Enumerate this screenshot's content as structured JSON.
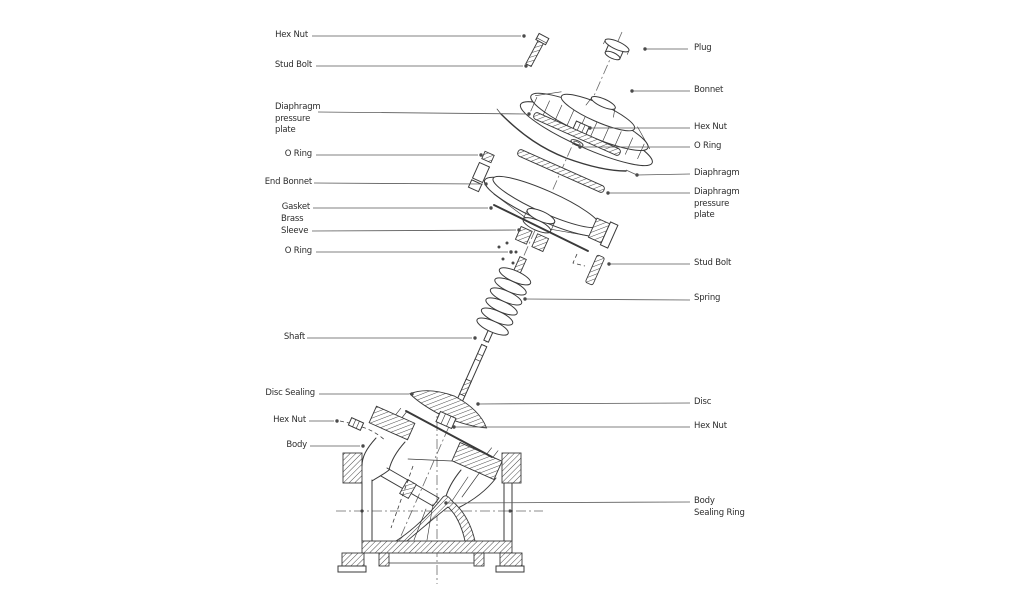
{
  "meta": {
    "diagram_type": "exploded-view technical drawing of a diaphragm valve",
    "background_color": "#ffffff",
    "line_color": "#3a3a3a",
    "label_color": "#2c2c2c"
  },
  "labels_left": [
    {
      "text": "Hex Nut"
    },
    {
      "text": "Stud Bolt"
    },
    {
      "text": "Diaphragm\npressure\nplate"
    },
    {
      "text": "O Ring"
    },
    {
      "text": "End Bonnet"
    },
    {
      "text": "Gasket"
    },
    {
      "text": "Brass\nSleeve"
    },
    {
      "text": "O Ring"
    },
    {
      "text": "Shaft"
    },
    {
      "text": "Disc Sealing"
    },
    {
      "text": "Hex Nut"
    },
    {
      "text": "Body"
    }
  ],
  "labels_right": [
    {
      "text": "Plug"
    },
    {
      "text": "Bonnet"
    },
    {
      "text": "Hex Nut"
    },
    {
      "text": "O Ring"
    },
    {
      "text": "Diaphragm"
    },
    {
      "text": "Diaphragm\npressure\nplate"
    },
    {
      "text": "Stud Bolt"
    },
    {
      "text": "Spring"
    },
    {
      "text": "Disc"
    },
    {
      "text": "Hex Nut"
    },
    {
      "text": "Body\nSealing Ring"
    }
  ]
}
